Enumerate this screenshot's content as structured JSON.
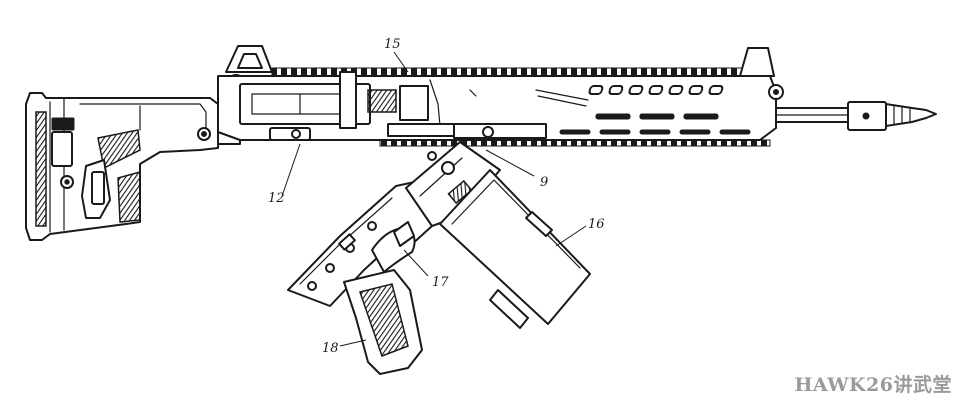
{
  "callouts": [
    {
      "id": "15",
      "label": "15"
    },
    {
      "id": "12",
      "label": "12"
    },
    {
      "id": "9",
      "label": "9"
    },
    {
      "id": "16",
      "label": "16"
    },
    {
      "id": "17",
      "label": "17"
    },
    {
      "id": "18",
      "label": "18"
    }
  ],
  "watermark": "HAWK26讲武堂"
}
